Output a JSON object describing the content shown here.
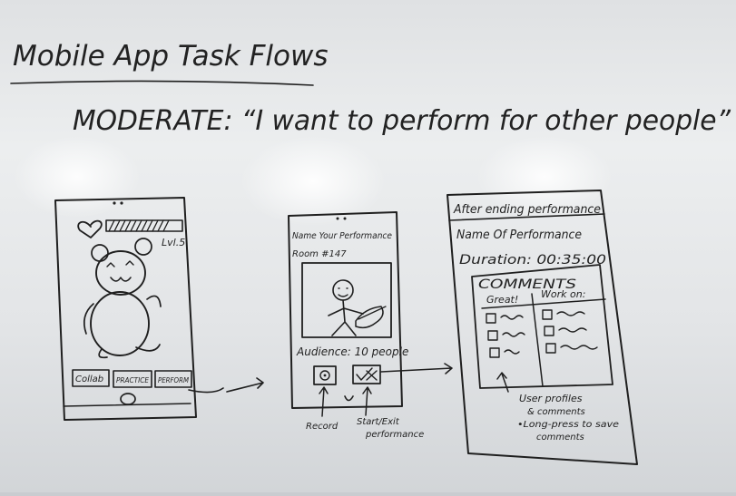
{
  "board": {
    "title": "Mobile App Task Flows",
    "subtitle": "MODERATE: “I want to perform for other people”"
  },
  "screen1": {
    "level": "Lvl.5",
    "buttons": [
      "Collab",
      "PRACTICE",
      "PERFORM"
    ],
    "icons": [
      "heart-icon",
      "bear-mascot",
      "home-button-icon"
    ]
  },
  "screen2": {
    "name": "Name Your Performance",
    "room": "Room #147",
    "audience": "Audience: 10 people",
    "record_label": "Record",
    "start_label_line1": "Start/Exit",
    "start_label_line2": "performance",
    "icons": [
      "record-icon",
      "start-exit-icon",
      "home-button-icon"
    ]
  },
  "screen3": {
    "header": "After ending performance",
    "name": "Name Of Performance",
    "duration": "Duration: 00:35:00",
    "comments_title": "COMMENTS",
    "col_great": "Great!",
    "col_work": "Work on:",
    "note1_line1": "User profiles",
    "note1_line2": "& comments",
    "note2_line1": "•Long-press to save",
    "note2_line2": "comments"
  }
}
